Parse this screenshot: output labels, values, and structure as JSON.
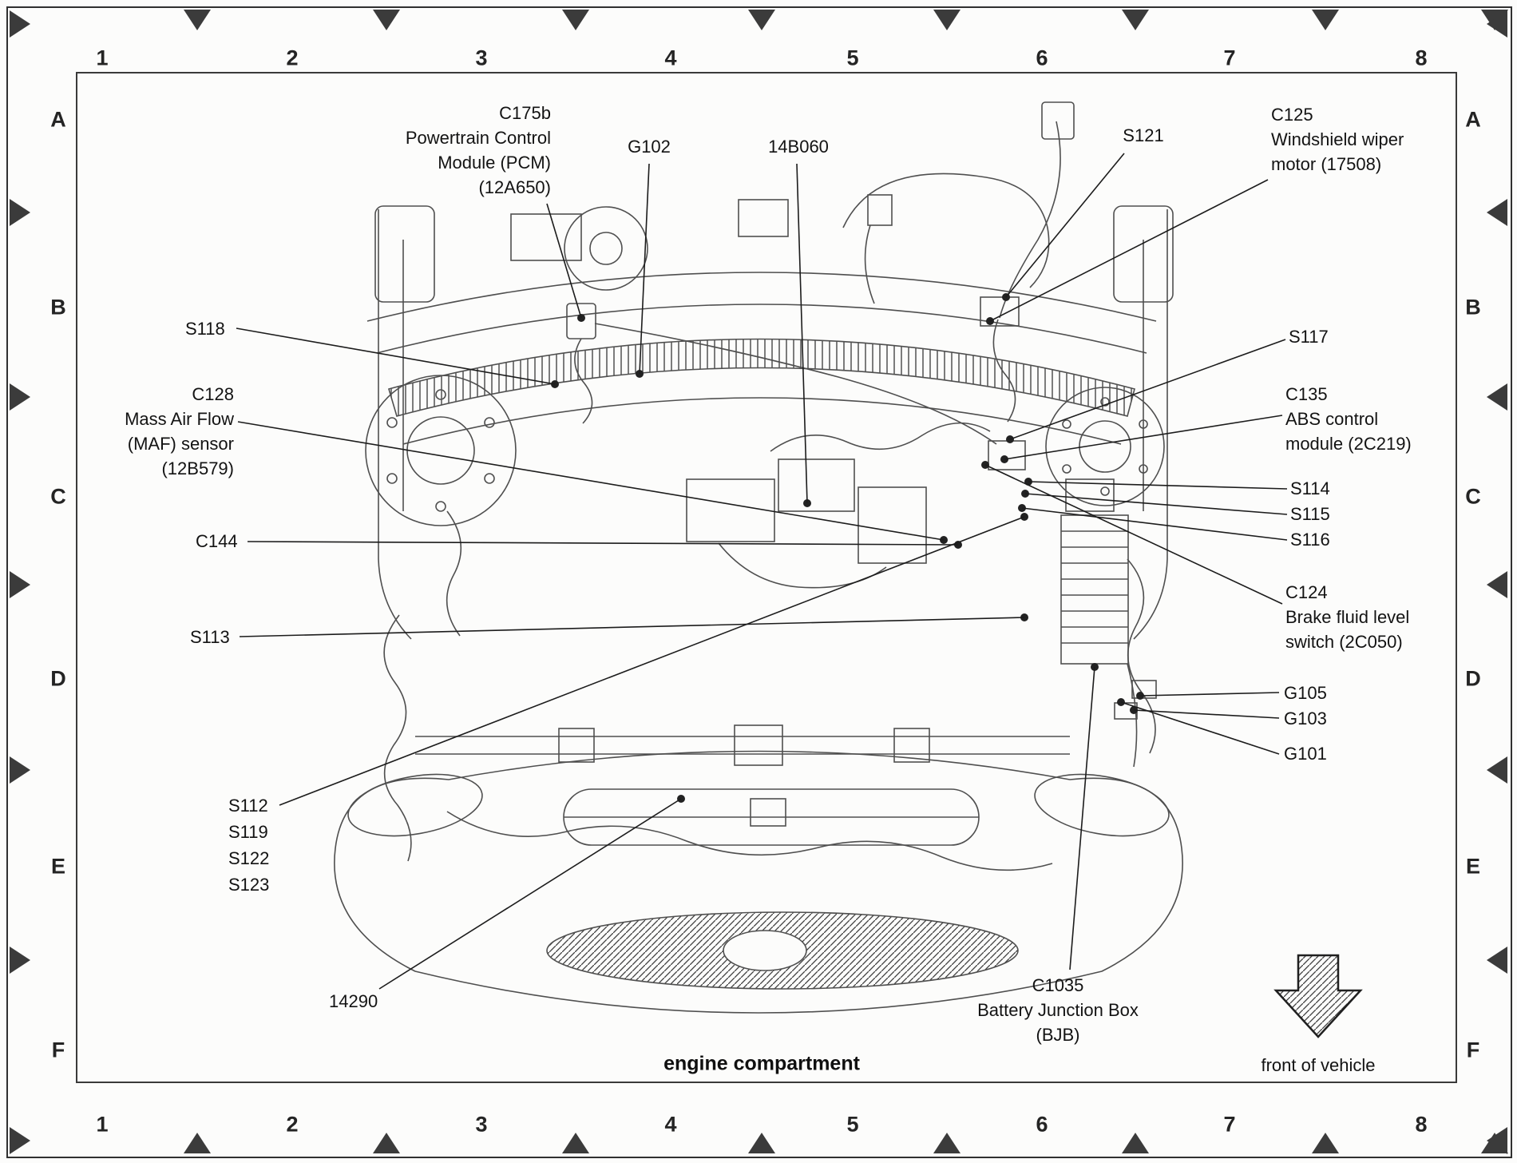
{
  "page": {
    "caption": "engine compartment",
    "front_of_vehicle": "front of vehicle"
  },
  "grid": {
    "columns": [
      "1",
      "2",
      "3",
      "4",
      "5",
      "6",
      "7",
      "8"
    ],
    "rows": [
      "A",
      "B",
      "C",
      "D",
      "E",
      "F"
    ]
  },
  "callouts": {
    "c175b": {
      "lines": [
        "C175b",
        "Powertrain Control",
        "Module (PCM)",
        "(12A650)"
      ]
    },
    "g102": {
      "label": "G102"
    },
    "w14b060": {
      "label": "14B060"
    },
    "s121": {
      "label": "S121"
    },
    "c125": {
      "lines": [
        "C125",
        "Windshield wiper",
        "motor (17508)"
      ]
    },
    "s118": {
      "label": "S118"
    },
    "s117": {
      "label": "S117"
    },
    "c128": {
      "lines": [
        "C128",
        "Mass Air Flow",
        "(MAF) sensor",
        "(12B579)"
      ]
    },
    "c135": {
      "lines": [
        "C135",
        "ABS control",
        "module (2C219)"
      ]
    },
    "s114_s116": {
      "lines": [
        "S114",
        "S115",
        "S116"
      ]
    },
    "c144": {
      "label": "C144"
    },
    "c124": {
      "lines": [
        "C124",
        "Brake fluid level",
        "switch (2C050)"
      ]
    },
    "s113": {
      "label": "S113"
    },
    "g105": {
      "label": "G105"
    },
    "g103": {
      "label": "G103"
    },
    "g101": {
      "label": "G101"
    },
    "s112_s123": {
      "lines": [
        "S112",
        "S119",
        "S122",
        "S123"
      ]
    },
    "w14290": {
      "label": "14290"
    },
    "c1035": {
      "lines": [
        "C1035",
        "Battery Junction Box",
        "(BJB)"
      ]
    }
  }
}
